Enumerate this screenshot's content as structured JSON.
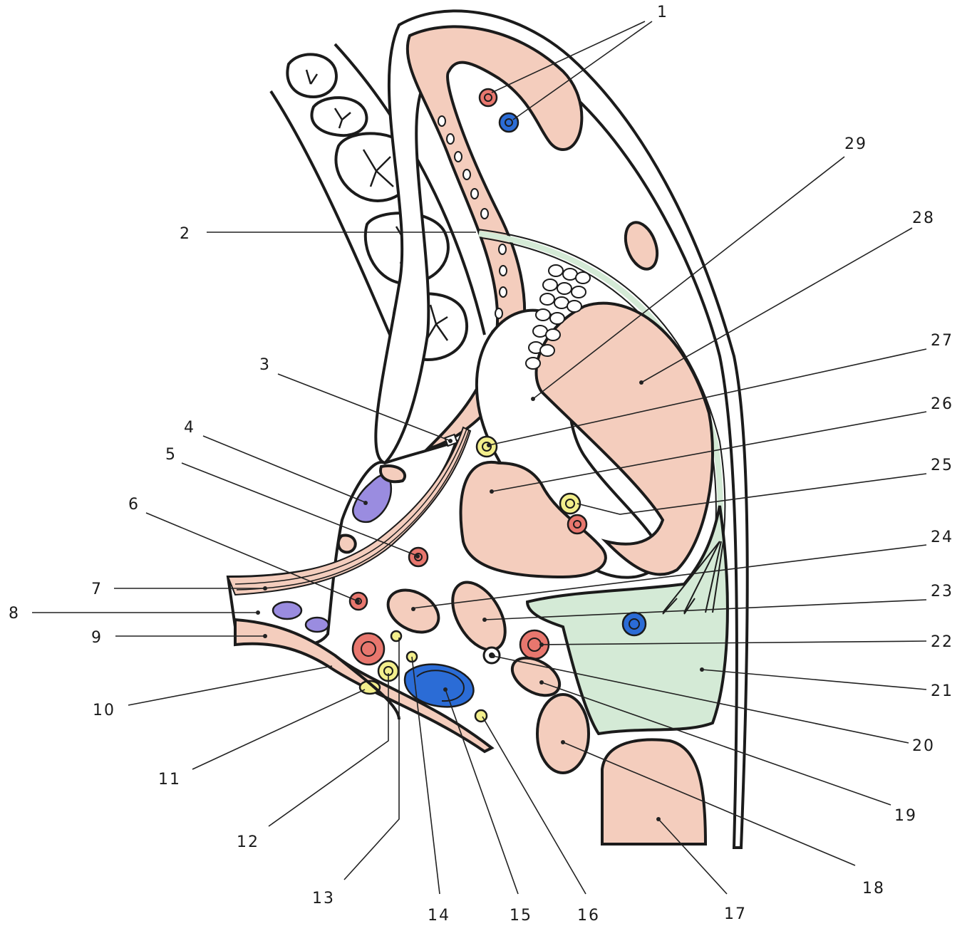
{
  "labels": {
    "l1": "1",
    "l2": "2",
    "l3": "3",
    "l4": "4",
    "l5": "5",
    "l6": "6",
    "l7": "7",
    "l8": "8",
    "l9": "9",
    "l10": "10",
    "l11": "11",
    "l12": "12",
    "l13": "13",
    "l14": "14",
    "l15": "15",
    "l16": "16",
    "l17": "17",
    "l18": "18",
    "l19": "19",
    "l20": "20",
    "l21": "21",
    "l22": "22",
    "l23": "23",
    "l24": "24",
    "l25": "25",
    "l26": "26",
    "l27": "27",
    "l28": "28",
    "l29": "29"
  },
  "colors": {
    "muscle": "#f4cdbd",
    "fascia_space": "#d4ead6",
    "artery": "#e8776e",
    "vein": "#2b6cd6",
    "nerve": "#f3ef8c",
    "lymph_node": "#9a8ce0",
    "outline": "#1b1b1b"
  }
}
